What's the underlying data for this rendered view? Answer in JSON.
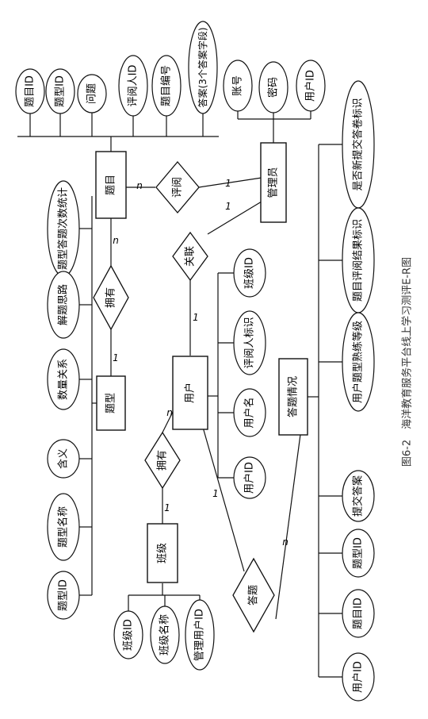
{
  "caption": "图6-2　海洋教育服务平台线上学习测评E-R图",
  "entities": {
    "timu": "题目",
    "tixing": "题型",
    "yonghu": "用户",
    "banji": "班级",
    "guanliyuan": "管理员",
    "datiqingkuang": "答题情况"
  },
  "relationships": {
    "pingyue": "评阅",
    "yongyou_top": "拥有",
    "guanlian": "关联",
    "yongyou_mid": "拥有",
    "dati": "答题"
  },
  "attributes": {
    "timu": [
      "题目ID",
      "题型ID",
      "问题",
      "评阅人ID",
      "题目编号",
      "答案(3个答案字段)"
    ],
    "guanliyuan": [
      "账号",
      "密码",
      "用户ID"
    ],
    "tixing": [
      "题型答题次数统计",
      "解题思路",
      "数量关系",
      "含义",
      "题型名称",
      "题型ID"
    ],
    "yonghu": [
      "班级ID",
      "评阅人标识",
      "用户名",
      "用户ID"
    ],
    "banji": [
      "班级ID",
      "班级名称",
      "管理用户ID"
    ],
    "datiqingkuang": [
      "是否新提交答卷标识",
      "题目评阅结果标识",
      "用户题型熟练等级",
      "提交答案",
      "题型ID",
      "题目ID",
      "用户ID"
    ]
  },
  "cardinalities": {
    "timu_pingyue": "n",
    "pingyue_admin": "1",
    "admin_guanlian": "1",
    "timu_yongyou": "n",
    "yongyou_tixing": "1",
    "guanlian_yonghu": "1",
    "yonghu_yongyou": "n",
    "yongyou_banji": "1",
    "yonghu_dati": "1",
    "dati_qingkuang": "n"
  }
}
